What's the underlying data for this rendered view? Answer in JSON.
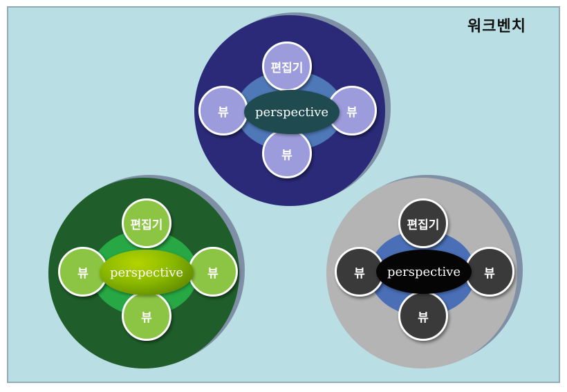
{
  "title": "워크벤치",
  "groups": [
    {
      "id": "top",
      "center": "perspective",
      "top": "편집기",
      "left": "뷰",
      "right": "뷰",
      "bottom": "뷰",
      "colors": {
        "outer": "#2a2a78",
        "inner": "#4f78b8",
        "node": "#9c9cdc",
        "center": "#1e4a50"
      }
    },
    {
      "id": "bottom-left",
      "center": "perspective",
      "top": "편집기",
      "left": "뷰",
      "right": "뷰",
      "bottom": "뷰",
      "colors": {
        "outer": "#1f5e2a",
        "inner": "#27a844",
        "node": "#8cc544",
        "center": "#8ab800"
      }
    },
    {
      "id": "bottom-right",
      "center": "perspective",
      "top": "편집기",
      "left": "뷰",
      "right": "뷰",
      "bottom": "뷰",
      "colors": {
        "outer": "#b4b4b4",
        "inner": "#4a6fb6",
        "node": "#3a3a3a",
        "center": "#050505"
      }
    }
  ]
}
